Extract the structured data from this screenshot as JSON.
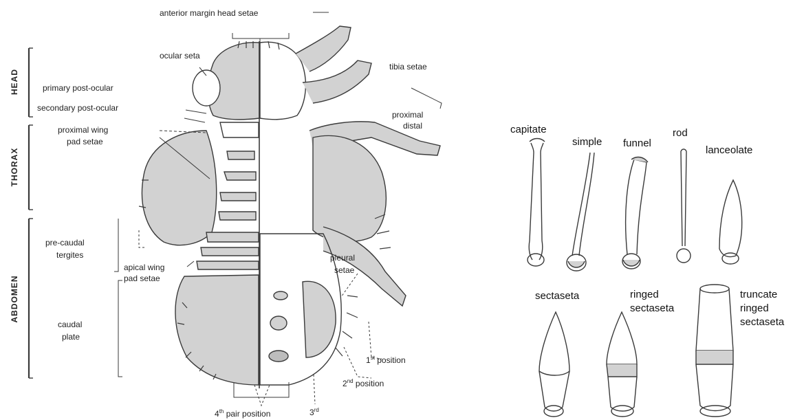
{
  "left_figure": {
    "body_regions": {
      "head": "HEAD",
      "thorax": "THORAX",
      "abdomen": "ABDOMEN"
    },
    "labels": {
      "anterior_margin_head_setae": "anterior margin head setae",
      "ocular_seta": "ocular seta",
      "primary_post_ocular": "primary post-ocular",
      "secondary_post_ocular": "secondary post-ocular",
      "proximal_wing_pad_setae_1": "proximal wing",
      "proximal_wing_pad_setae_2": "pad setae",
      "tibia_setae": "tibia setae",
      "proximal": "proximal",
      "distal": "distal",
      "pre_caudal_tergites_1": "pre-caudal",
      "pre_caudal_tergites_2": "tergites",
      "apical_wing_pad_setae_1": "apical wing",
      "apical_wing_pad_setae_2": "pad setae",
      "pleural_setae_1": "pleural",
      "pleural_setae_2": "setae",
      "caudal_plate_1": "caudal",
      "caudal_plate_2": "plate",
      "first_position_num": "1",
      "first_position_sup": "st",
      "first_position_text": " position",
      "second_position_num": "2",
      "second_position_sup": "nd",
      "second_position_text": " position",
      "fourth_pair_position_num": "4",
      "fourth_pair_position_sup": "th",
      "fourth_pair_position_text": " pair position",
      "third_num": "3",
      "third_sup": "rd"
    }
  },
  "seta_types": {
    "capitate": "capitate",
    "simple": "simple",
    "funnel": "funnel",
    "rod": "rod",
    "lanceolate": "lanceolate",
    "sectaseta": "sectaseta",
    "ringed_sectaseta_1": "ringed",
    "ringed_sectaseta_2": "sectaseta",
    "truncate_ringed_sectaseta_1": "truncate",
    "truncate_ringed_sectaseta_2": "ringed",
    "truncate_ringed_sectaseta_3": "sectaseta"
  },
  "colors": {
    "stipple": "#d2d2d2",
    "line": "#3a3a3a"
  }
}
